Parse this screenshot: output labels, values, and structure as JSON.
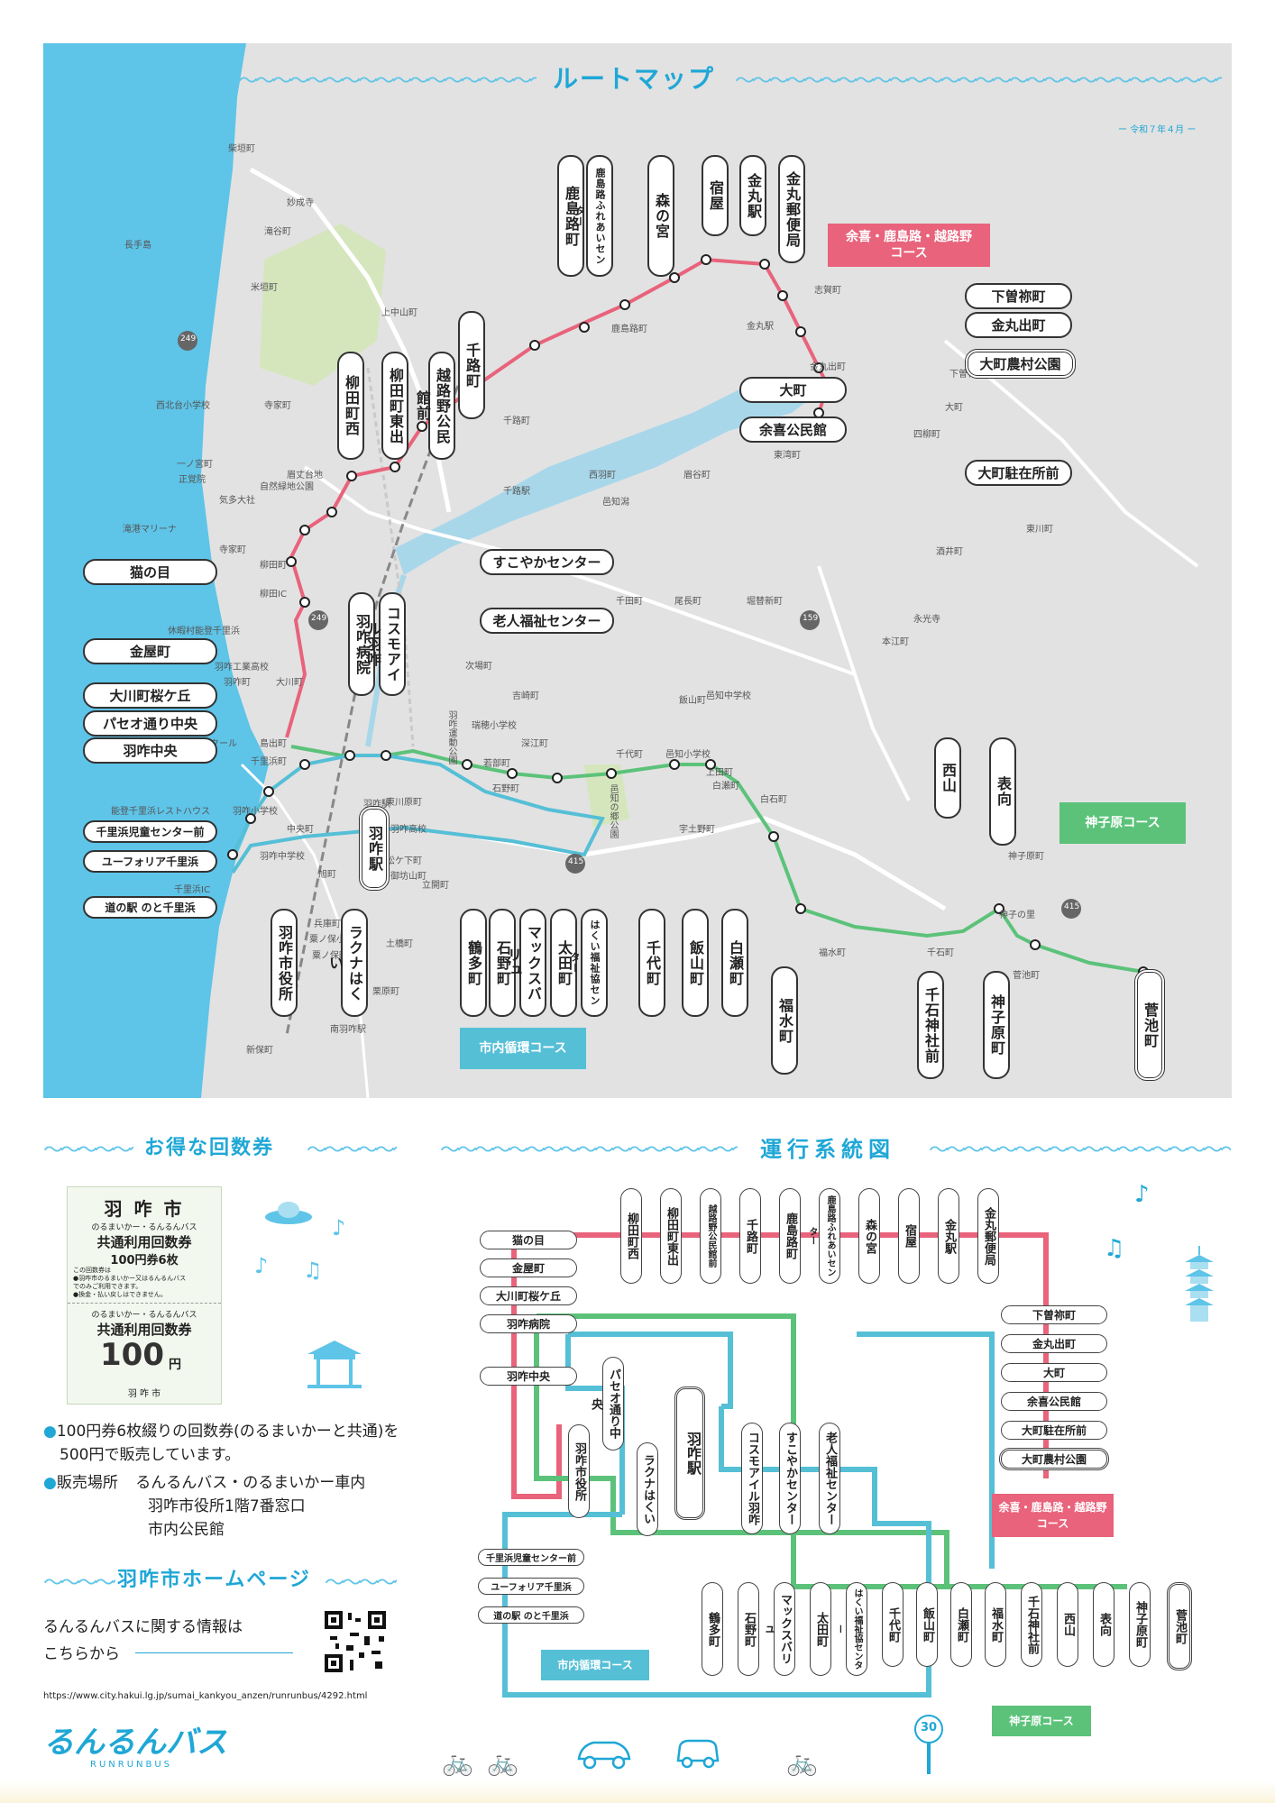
{
  "header": {
    "title": "ルートマップ",
    "date": "ー 令和７年４月 ー"
  },
  "colors": {
    "pink": "#e8637b",
    "green": "#5cc27a",
    "blue": "#55bfd6",
    "sea": "#5ec4e8",
    "land": "#e2e2e2",
    "river": "#a9d7ea",
    "road": "#ffffff",
    "park": "#d5e6bd"
  },
  "map": {
    "place_names": [
      "柴垣町",
      "妙成寺",
      "滝谷町",
      "長手島",
      "米垣町",
      "上中山町",
      "西北台小学校",
      "寺家町",
      "眉丈台地",
      "自然緑地公園",
      "一ノ宮町",
      "正覚院",
      "気多大社",
      "滝港マリーナ",
      "寺家町",
      "柳田町",
      "柳田IC",
      "休暇村能登千里浜",
      "羽咋工業高校",
      "羽咋町",
      "大川町",
      "千里浜なぎさドライビングスクール",
      "島出町",
      "千里浜町",
      "能登千里浜レストハウス",
      "羽咋小学校",
      "中央町",
      "羽咋中学校",
      "千里浜IC",
      "旭町",
      "羽咋高校",
      "東川原町",
      "松ケ下町",
      "御坊山町",
      "立開町",
      "兵庫町",
      "粟ノ保小学校",
      "粟ノ保町",
      "土橋町",
      "栗原町",
      "新保町",
      "千路駅",
      "千路町",
      "西羽町",
      "邑知潟",
      "眉谷町",
      "酒井町",
      "東湾町",
      "千田町",
      "尾長町",
      "堀替新町",
      "大町",
      "下曽祢町",
      "金丸出町",
      "四柳町",
      "東川町",
      "永光寺",
      "本江町",
      "石野町",
      "若部町",
      "瑞穂小学校",
      "深江町",
      "吉崎町",
      "次場町",
      "邑知小学校",
      "邑知中学校",
      "千代町",
      "飯山町",
      "白瀬町",
      "宇土野町",
      "上田町",
      "白石町",
      "神子原町",
      "神子の里",
      "福水町",
      "千石町",
      "菅池町",
      "羽咋運動公園",
      "邑知の郷公園",
      "南羽咋駅",
      "金丸駅",
      "羽咋駅",
      "鹿島路町",
      "志賀町"
    ],
    "route_numbers": [
      "249",
      "249",
      "159",
      "415",
      "415"
    ],
    "course_labels": {
      "pink": "余喜・鹿島路・越路野\nコース",
      "green": "神子原コース",
      "blue": "市内循環コース"
    },
    "stops_vertical_top": [
      "鹿島路町",
      "鹿島路ふれあいセンター",
      "森の宮",
      "宿屋",
      "金丸駅",
      "金丸郵便局",
      "千路町",
      "越路野公民館前",
      "柳田町東出",
      "柳田町西"
    ],
    "stops_horizontal_right": [
      "下曽祢町",
      "金丸出町",
      "大町農村公園",
      "大町",
      "余喜公民館",
      "大町駐在所前"
    ],
    "stops_horizontal_left": [
      "猫の目",
      "金屋町",
      "大川町桜ケ丘",
      "パセオ通り中央",
      "羽咋中央",
      "千里浜児童センター前",
      "ユーフォリア千里浜",
      "道の駅 のと千里浜"
    ],
    "stops_center_horizontal": [
      "すこやかセンター",
      "老人福祉センター"
    ],
    "stops_vertical_mid": [
      "羽咋病院",
      "コスモアイル羽咋",
      "羽咋駅"
    ],
    "stops_vertical_bottom": [
      "羽咋市役所",
      "ラクナはくい",
      "鶴多町",
      "石野町",
      "マックスバリュ",
      "太田町",
      "はくい福祉協センター",
      "千代町",
      "飯山町",
      "白瀬町",
      "福水町",
      "西山",
      "表向",
      "千石神社前",
      "神子原町",
      "菅池町"
    ]
  },
  "ticket": {
    "title": "お得な回数券",
    "card_logo": "羽 咋 市",
    "card_sub": "のるまいかー・るんるんバス",
    "card_name": "共通利用回数券",
    "card_detail": "100円券6枚",
    "card_note1": "この回数券は",
    "card_note2": "●羽咋市のるまいかー又はるんるんバス",
    "card_note3": "でのみご利用できます。",
    "card_note4": "●換金・払い戻しはできません。",
    "stub_sub": "のるまいかー・るんるんバス",
    "stub_name": "共通利用回数券",
    "stub_value": "100",
    "stub_unit": "円",
    "stub_city": "羽 咋 市",
    "info1": "100円券6枚綴りの回数券(のるまいかーと共通)を",
    "info1b": "500円で販売しています。",
    "info2_label": "販売場所",
    "info2_a": "るんるんバス・のるまいかー車内",
    "info2_b": "羽咋市役所1階7番窓口",
    "info2_c": "市内公民館"
  },
  "homepage": {
    "title": "羽咋市ホームページ",
    "line1": "るんるんバスに関する情報は",
    "line2": "こちらから",
    "url": "https://www.city.hakui.lg.jp/sumai_kankyou_anzen/runrunbus/4292.html"
  },
  "diagram": {
    "title": "運行系統図",
    "pink_top": [
      "柳田町西",
      "柳田町東出",
      "越路野公民館前",
      "千路町",
      "鹿島路町",
      "鹿島路ふれあいセンター",
      "森の宮",
      "宿屋",
      "金丸駅",
      "金丸郵便局"
    ],
    "pink_right": [
      "下曽祢町",
      "金丸出町",
      "大町",
      "余喜公民館",
      "大町駐在所前",
      "大町農村公園"
    ],
    "pink_left": [
      "猫の目",
      "金屋町",
      "大川町桜ケ丘",
      "羽咋病院",
      "羽咋中央"
    ],
    "middle": [
      "パセオ通り中央",
      "羽咋市役所",
      "ラクナはくい",
      "羽咋駅",
      "コスモアイル羽咋",
      "すこやかセンター",
      "老人福祉センター"
    ],
    "blue_left": [
      "千里浜児童センター前",
      "ユーフォリア千里浜",
      "道の駅 のと千里浜"
    ],
    "bottom": [
      "鶴多町",
      "石野町",
      "マックスバリュ",
      "太田町",
      "はくい福祉協センター",
      "千代町",
      "飯山町",
      "白瀬町",
      "福水町",
      "千石神社前",
      "西山",
      "表向",
      "神子原町",
      "菅池町"
    ],
    "course_pink": "余喜・鹿島路・越路野\nコース",
    "course_blue": "市内循環コース",
    "course_green": "神子原コース"
  },
  "footer": {
    "logo": "るんるんバス",
    "logo_sub": "RUNRUNBUS",
    "sign_number": "30"
  }
}
